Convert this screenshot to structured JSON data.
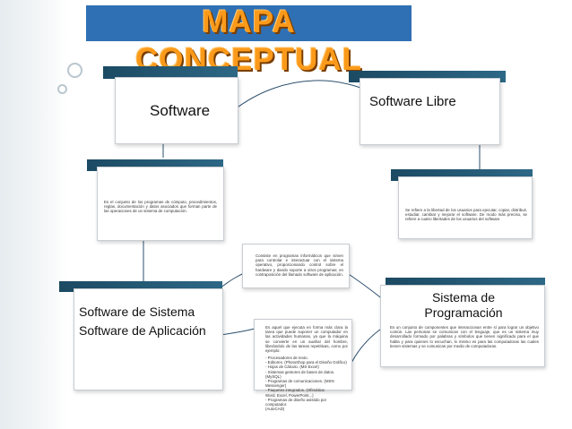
{
  "title": "MAPA CONCEPTUAL",
  "nodes": {
    "software": {
      "label": "Software"
    },
    "software_libre": {
      "label": "Software Libre"
    },
    "software_def": {
      "text": "Es el conjunto de los programas de cómputo, procedimientos, reglas, documentación y datos asociados que forman parte de las operaciones de un sistema de computación."
    },
    "libre_def": {
      "text": "Se refiere a la libertad de los usuarios para ejecutar, copiar, distribuir, estudiar, cambiar y mejorar el software. De modo más preciso, se refiere a cuatro libertades de los usuarios del software"
    },
    "sistema_def": {
      "text": "Consiste en programas informáticos que sirven para controlar e interactuar con el sistema operativo, proporcionando control sobre el hardware y dando soporte a otros programas; en contraposición del llamado software de aplicación."
    },
    "aplicacion_def": {
      "intro": "Es aquel que ejecuta en forma más clara la tarea que puede suponer un computador en las actividades humanas, ya que la máquina se convierte en un auxiliar del hombre, liberándolo de las tareas repetitivas, como por ejemplo:",
      "items": [
        "- Procesadores de texto.",
        "- Editores. (PhotoShop para el Diseño Gráfico)",
        "- Hojas de Cálculo. (MS Excel)",
        "- Sistemas gestores de bases de datos. (MySQL)",
        "- Programas de comunicaciones. (MSN Messenger)",
        "- Paquetes integrados. (Ofimática:",
        "Word, Excel, PowerPoint...)",
        "- Programas de diseño asistido por computador.",
        "(AutoCAD)"
      ]
    },
    "tipos": {
      "label_sistema": "Software de Sistema",
      "label_aplicacion": "Software de Aplicación"
    },
    "programacion": {
      "label_line1": "Sistema de",
      "label_line2": "Programación",
      "text": "Es un conjunto de componentes que interaccionan entre sí para lograr un objetivo común. Las personas se comunican con el lenguaje, que es un sistema muy desarrollado formado por palabras y símbolos que tienen significado para el que habla y para quienes lo escuchan, lo mismo es para las computadoras las cuales tienen sistemas y se comunican por medio de computadoras."
    }
  }
}
